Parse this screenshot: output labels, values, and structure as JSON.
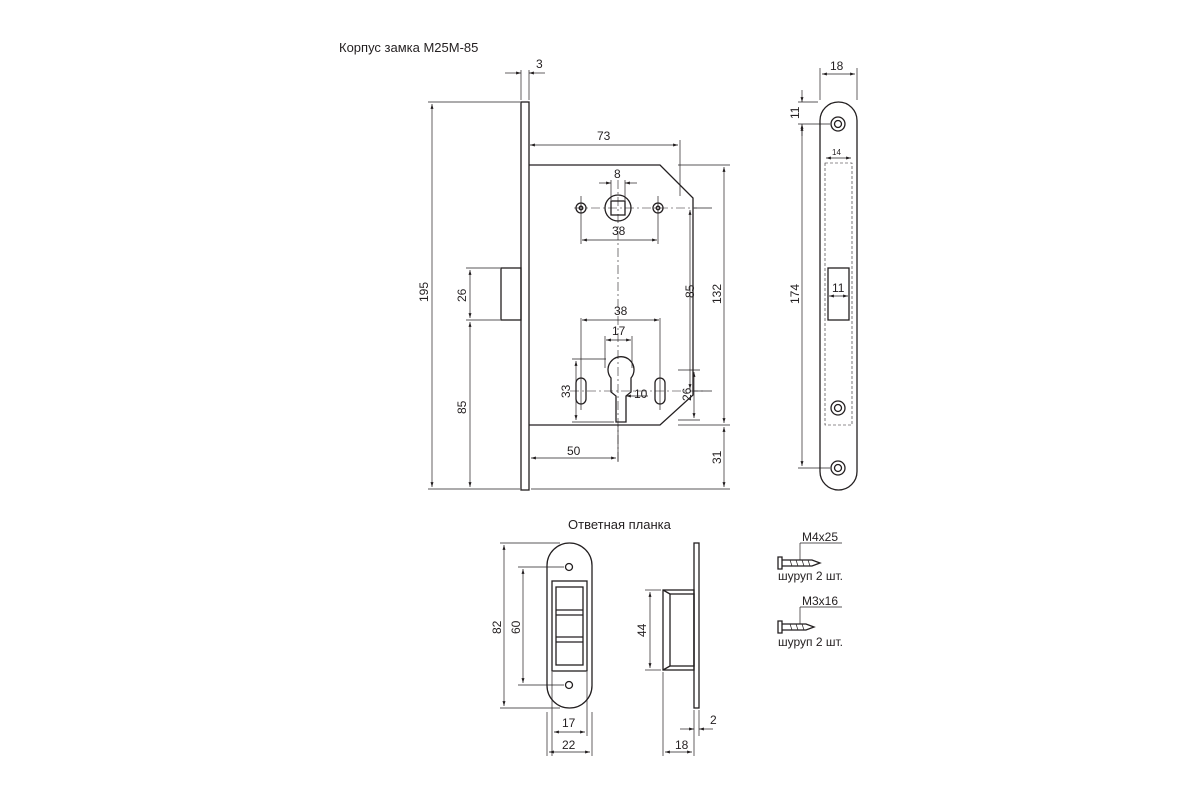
{
  "titles": {
    "lock_body": "Корпус замка M25M-85",
    "strike_plate": "Ответная планка"
  },
  "dimensions": {
    "faceplate_thickness": "3",
    "backset_width": "73",
    "spindle_square": "8",
    "upper_holes_spacing": "38",
    "lower_holes_spacing": "38",
    "cylinder_width": "17",
    "total_height": "195",
    "latch_height": "26",
    "latch_offset": "85",
    "spindle_to_cylinder": "85",
    "body_height": "132",
    "cylinder_height": "33",
    "slot_width": "10",
    "cylinder_lower": "26",
    "backset": "50",
    "bottom_offset": "31",
    "faceplate_width": "18",
    "faceplate_top_hole": "11",
    "faceplate_inner_width": "14",
    "faceplate_hole_spacing": "174",
    "latch_window": "11",
    "strike_height": "82",
    "strike_hole_spacing": "60",
    "strike_inner_width": "17",
    "strike_width": "22",
    "strike_box_height": "44",
    "strike_plate_thickness": "2",
    "strike_depth": "18"
  },
  "screws": [
    {
      "size": "M4x25",
      "qty": "шуруп 2 шт."
    },
    {
      "size": "M3x16",
      "qty": "шуруп 2 шт."
    }
  ],
  "colors": {
    "ink": "#231f20",
    "background": "#ffffff"
  }
}
